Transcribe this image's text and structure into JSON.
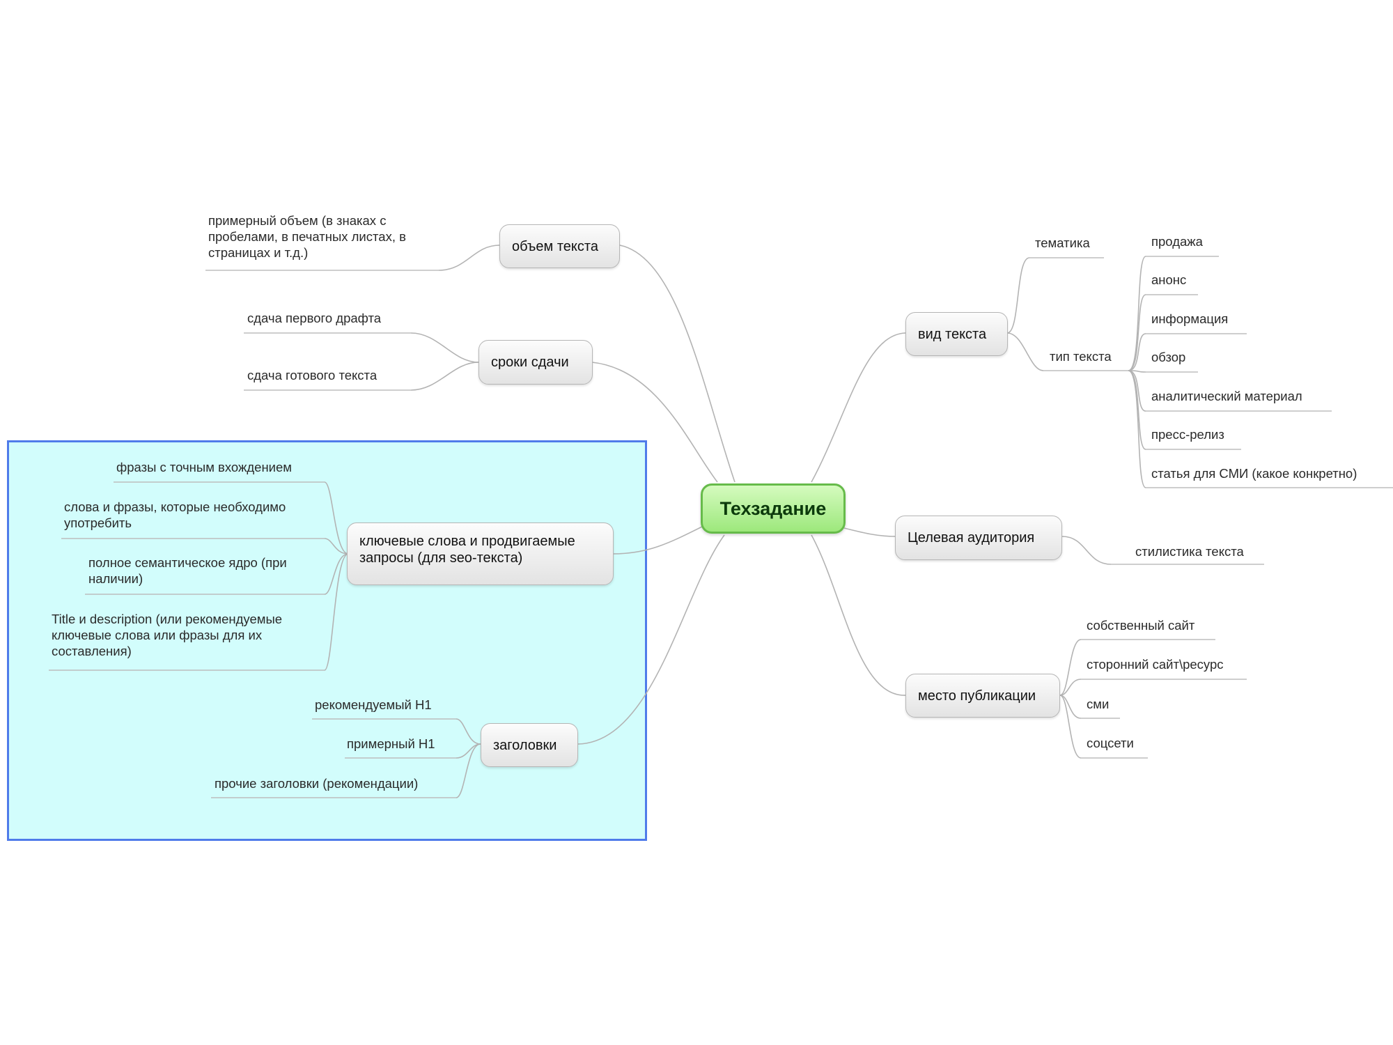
{
  "center": "Техзадание",
  "branches": {
    "volume": {
      "label": "объем текста",
      "leaves": [
        "примерный объем (в знаках с",
        "пробелами, в печатных листах, в",
        "страницах и т.д.)"
      ]
    },
    "deadlines": {
      "label": "сроки сдачи",
      "leaves": [
        "сдача первого драфта",
        "сдача готового текста"
      ]
    },
    "keywords": {
      "label_lines": [
        "ключевые слова и продвигаемые",
        "запросы (для seo-текста)"
      ],
      "leaves": {
        "exact": "фразы с точным вхождением",
        "must_use": [
          "слова и фразы, которые необходимо",
          "употребить"
        ],
        "semantic": [
          "полное семантическое ядро (при",
          "наличии)"
        ],
        "meta": [
          "Title и description (или рекомендуемые",
          "ключевые слова или фразы для их",
          "составления)"
        ]
      }
    },
    "headings": {
      "label": "заголовки",
      "leaves": [
        "рекомендуемый H1",
        "примерный H1",
        "прочие заголовки (рекомендации)"
      ]
    },
    "text_kind": {
      "label": "вид текста",
      "topic": "тематика",
      "type_label": "тип текста",
      "types": [
        "продажа",
        "анонс",
        "информация",
        "обзор",
        "аналитический материал",
        "пресс-релиз",
        "статья для СМИ (какое конкретно)"
      ]
    },
    "audience": {
      "label": "Целевая аудитория",
      "leaves": [
        "стилистика текста"
      ]
    },
    "placement": {
      "label": "место публикации",
      "leaves": [
        "собственный сайт",
        "сторонний сайт\\ресурс",
        "сми",
        "соцсети"
      ]
    }
  },
  "colors": {
    "center_border": "#66bb4a",
    "center_fill": "#a7ea87",
    "highlight_fill": "#d2fdfc",
    "highlight_border": "#4f7bea",
    "connector": "#b3b3b3"
  }
}
